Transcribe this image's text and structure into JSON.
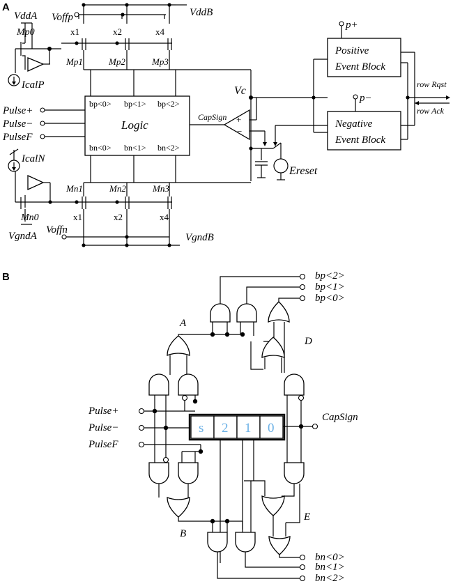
{
  "panels": {
    "a": "A",
    "b": "B"
  },
  "panel_a": {
    "supply_a": "VddA",
    "supply_b": "VddB",
    "ground_a": "VgndA",
    "ground_b": "VgndB",
    "offset_p": "Voffp",
    "offset_n": "Voffn",
    "transistors": [
      "Mp0",
      "Mp1",
      "Mp2",
      "Mp3",
      "Mn0",
      "Mn1",
      "Mn2",
      "Mn3"
    ],
    "multipliers": [
      "x1",
      "x2",
      "x4",
      "x1",
      "x2",
      "x4"
    ],
    "current_p": "IcalP",
    "current_n": "IcalN",
    "inputs": [
      "Pulse+",
      "Pulse−",
      "PulseF"
    ],
    "logic_label": "Logic",
    "logic_top_ports": [
      "bp<0>",
      "bp<1>",
      "bp<2>"
    ],
    "logic_bottom_ports": [
      "bn<0>",
      "bn<1>",
      "bn<2>"
    ],
    "vc_label": "Vc",
    "capsign_label": "CapSign",
    "comparator_plus": "+",
    "comparator_minus": "−",
    "ereset_label": "Ereset",
    "p_plus": "p+",
    "p_minus": "p−",
    "pos_block": [
      "Positive",
      "Event Block"
    ],
    "neg_block": [
      "Negative",
      "Event Block"
    ],
    "row_request": "row Rqst",
    "row_ack": "row Ack"
  },
  "panel_b": {
    "gate_labels": [
      "A",
      "B",
      "D",
      "E"
    ],
    "inputs": [
      "Pulse+",
      "Pulse−",
      "PulseF"
    ],
    "capsign": "CapSign",
    "register": [
      "s",
      "2",
      "1",
      "0"
    ],
    "register_text_color": "#6ab0e6",
    "outputs_top": [
      "bp<2>",
      "bp<1>",
      "bp<0>"
    ],
    "outputs_bottom": [
      "bn<0>",
      "bn<1>",
      "bn<2>"
    ]
  }
}
